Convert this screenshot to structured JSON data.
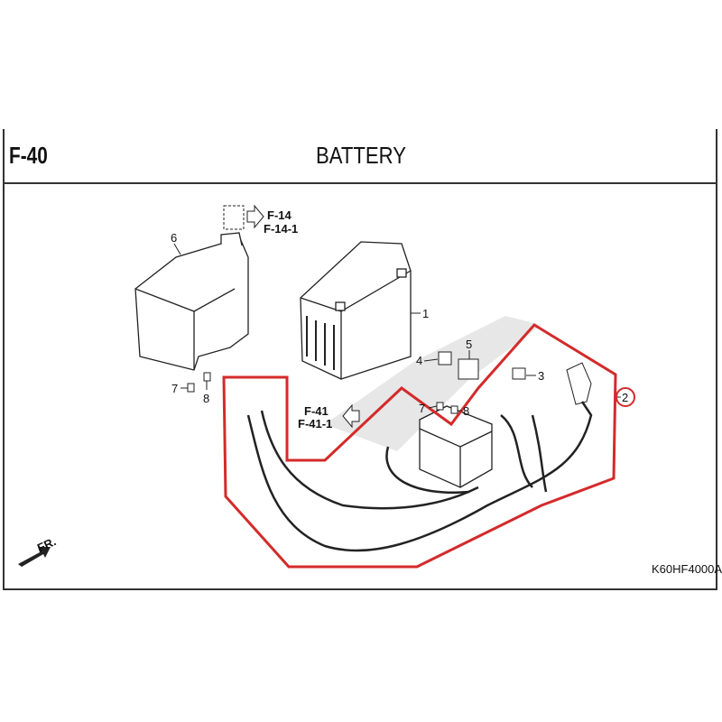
{
  "header": {
    "code": "F-40",
    "title": "BATTERY"
  },
  "refs": {
    "top_line1": "F-14",
    "top_line2": "F-14-1",
    "mid_line1": "F-41",
    "mid_line2": "F-41-1"
  },
  "callouts": [
    "1",
    "2",
    "3",
    "4",
    "5",
    "6",
    "7",
    "8"
  ],
  "front_label": "FR.",
  "drawing_code": "K60HF4000A",
  "colors": {
    "highlight": "#d42a2a",
    "line": "#222222"
  }
}
